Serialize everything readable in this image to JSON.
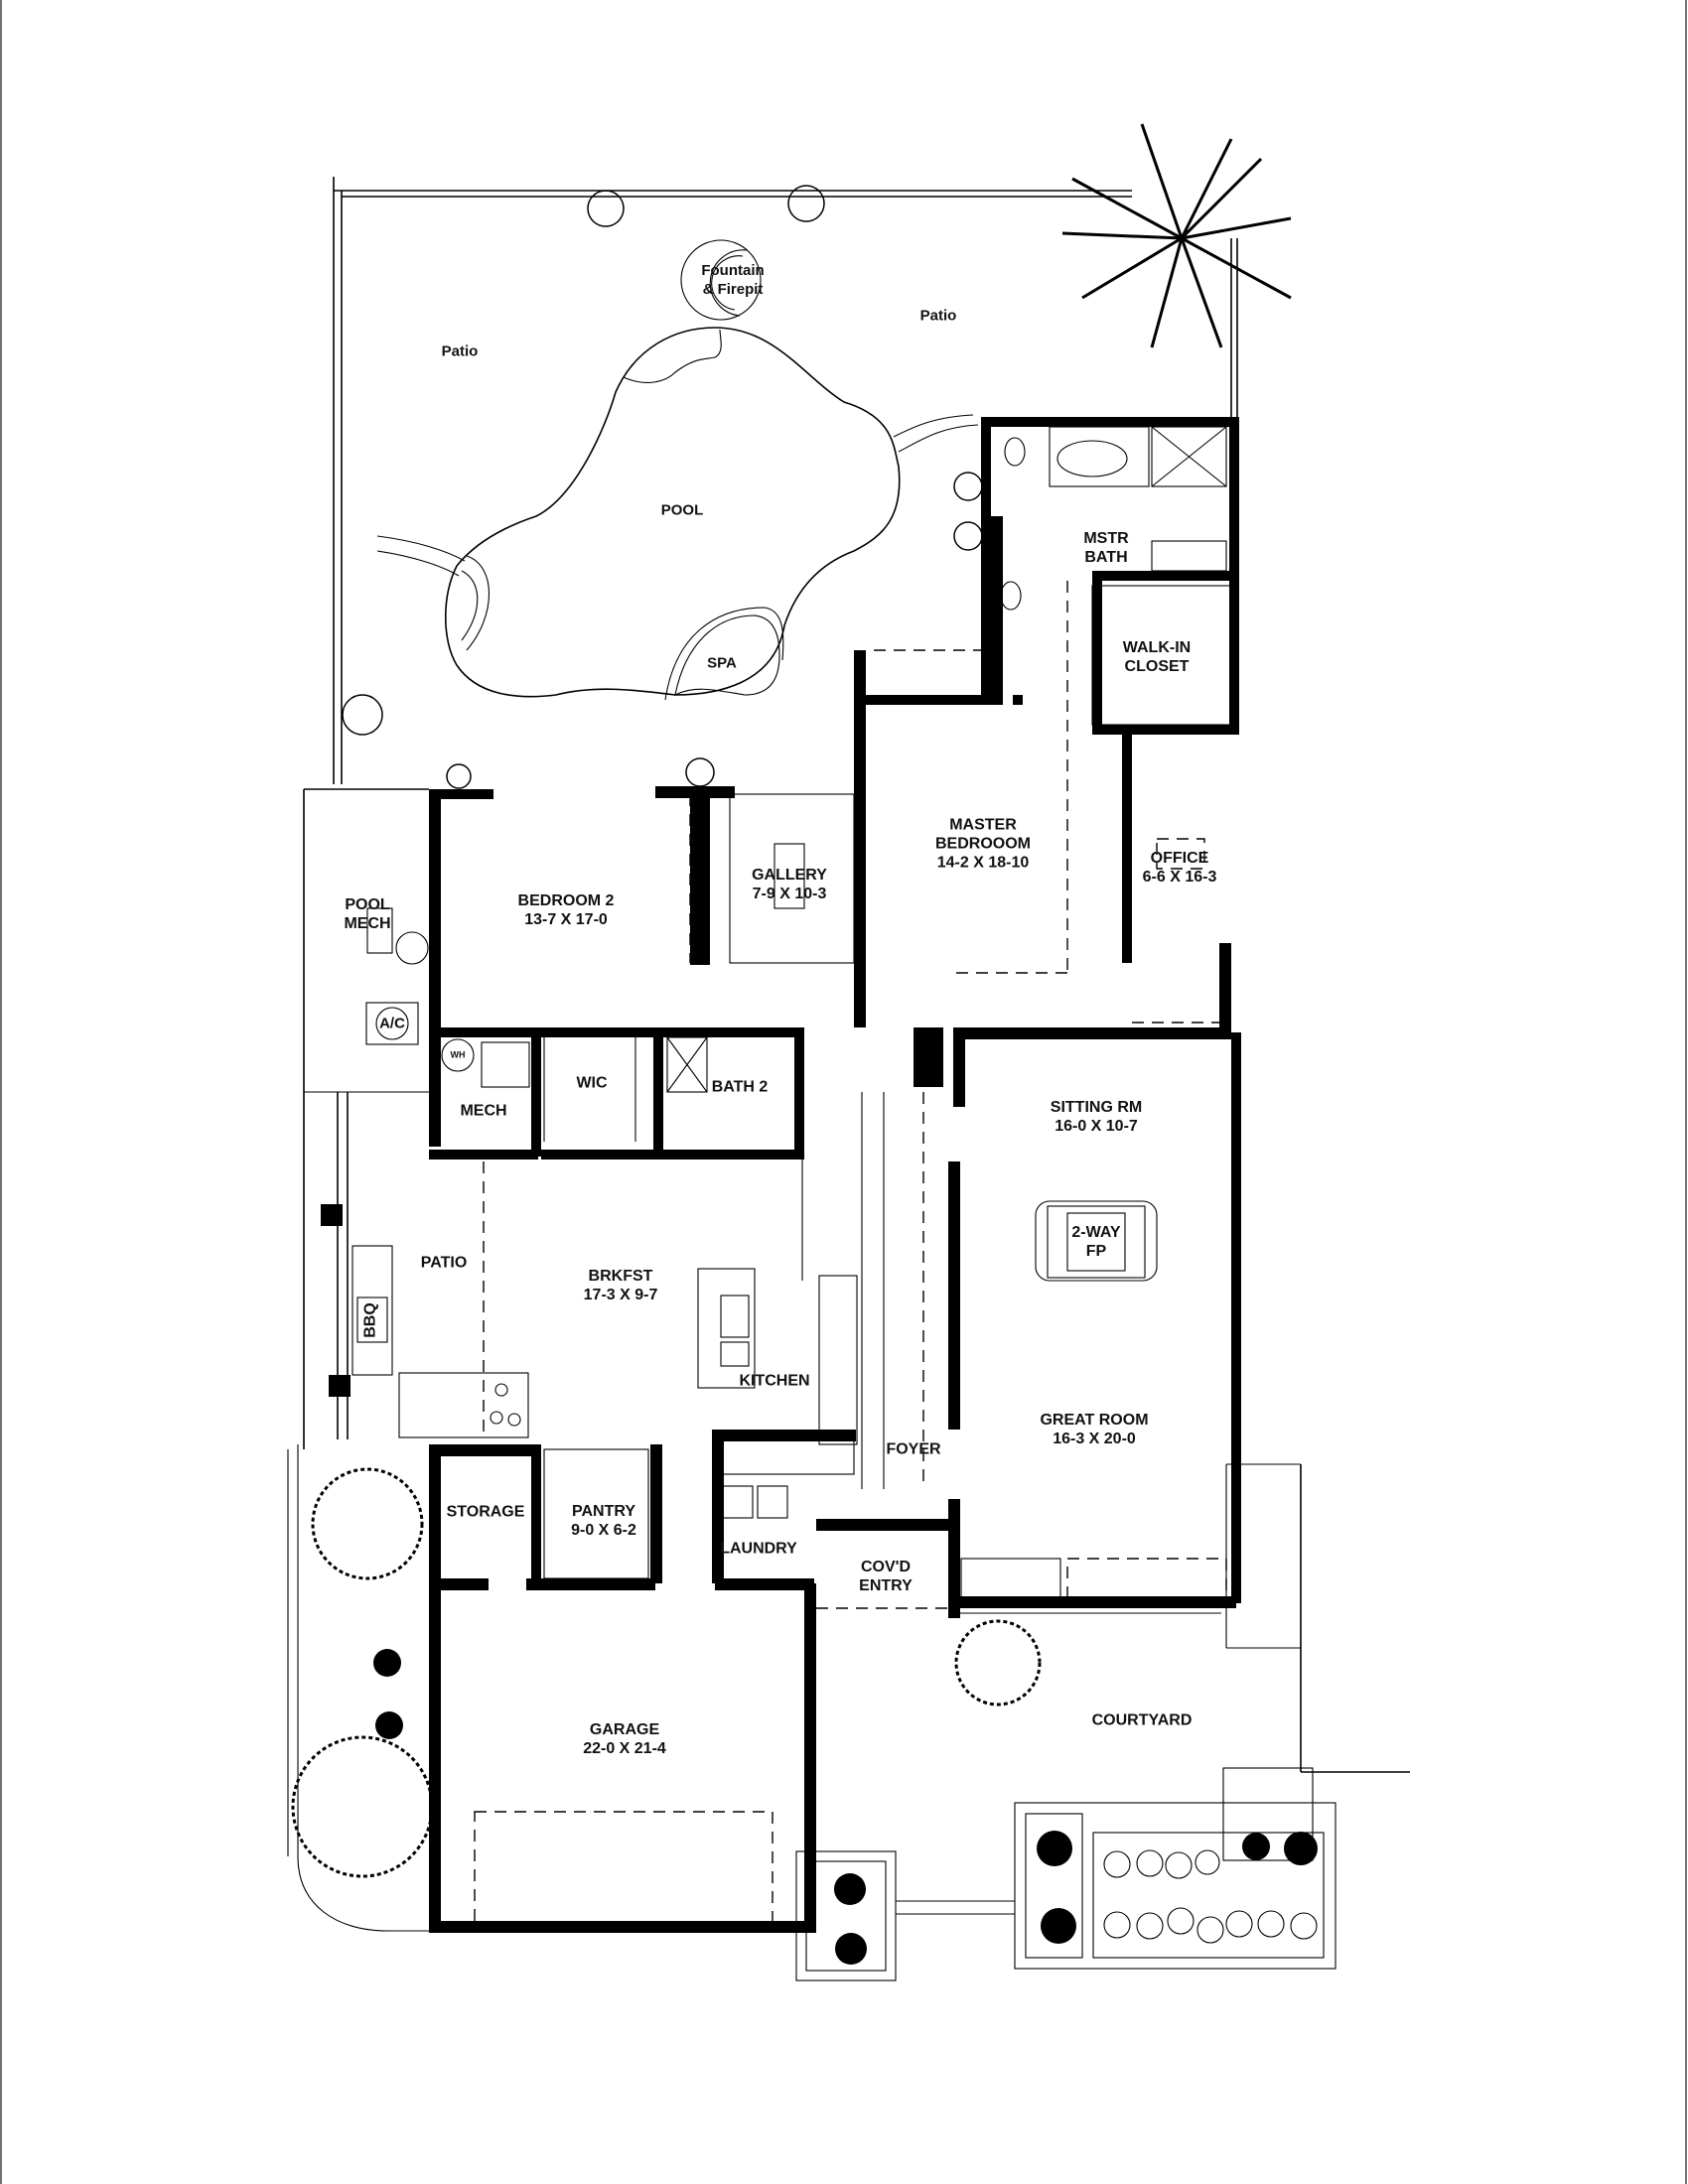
{
  "plan": {
    "outdoor": {
      "fountain": {
        "line1": "Fountain",
        "line2": "& Firepit"
      },
      "patio_left": "Patio",
      "patio_right": "Patio",
      "pool": "POOL",
      "spa": "SPA",
      "pool_mech": {
        "line1": "POOL",
        "line2": "MECH"
      },
      "ac": "A/C",
      "side_patio": "PATIO",
      "bbq": "BBQ",
      "courtyard": "COURTYARD"
    },
    "rooms": {
      "master_bath": {
        "line1": "MSTR",
        "line2": "BATH"
      },
      "walk_in_closet": {
        "line1": "WALK-IN",
        "line2": "CLOSET"
      },
      "master_bedroom": {
        "line1": "MASTER",
        "line2": "BEDROOOM",
        "dims": "14-2 X 18-10"
      },
      "office": {
        "name": "OFFICE",
        "dims": "6-6 X 16-3"
      },
      "bedroom2": {
        "name": "BEDROOM 2",
        "dims": "13-7 X 17-0"
      },
      "gallery": {
        "name": "GALLERY",
        "dims": "7-9 X 10-3"
      },
      "mech": "MECH",
      "water_heater": "WH",
      "wic": "WIC",
      "bath2": "BATH 2",
      "sitting_room": {
        "name": "SITTING RM",
        "dims": "16-0 X 10-7"
      },
      "fireplace": {
        "line1": "2-WAY",
        "line2": "FP"
      },
      "breakfast": {
        "name": "BRKFST",
        "dims": "17-3 X 9-7"
      },
      "kitchen": "KITCHEN",
      "great_room": {
        "name": "GREAT ROOM",
        "dims": "16-3 X 20-0"
      },
      "foyer": "FOYER",
      "storage": "STORAGE",
      "pantry": {
        "name": "PANTRY",
        "dims": "9-0 X 6-2"
      },
      "laundry": "LAUNDRY",
      "covd_entry": {
        "line1": "COV'D",
        "line2": "ENTRY"
      },
      "garage": {
        "name": "GARAGE",
        "dims": "22-0 X 21-4"
      }
    }
  }
}
